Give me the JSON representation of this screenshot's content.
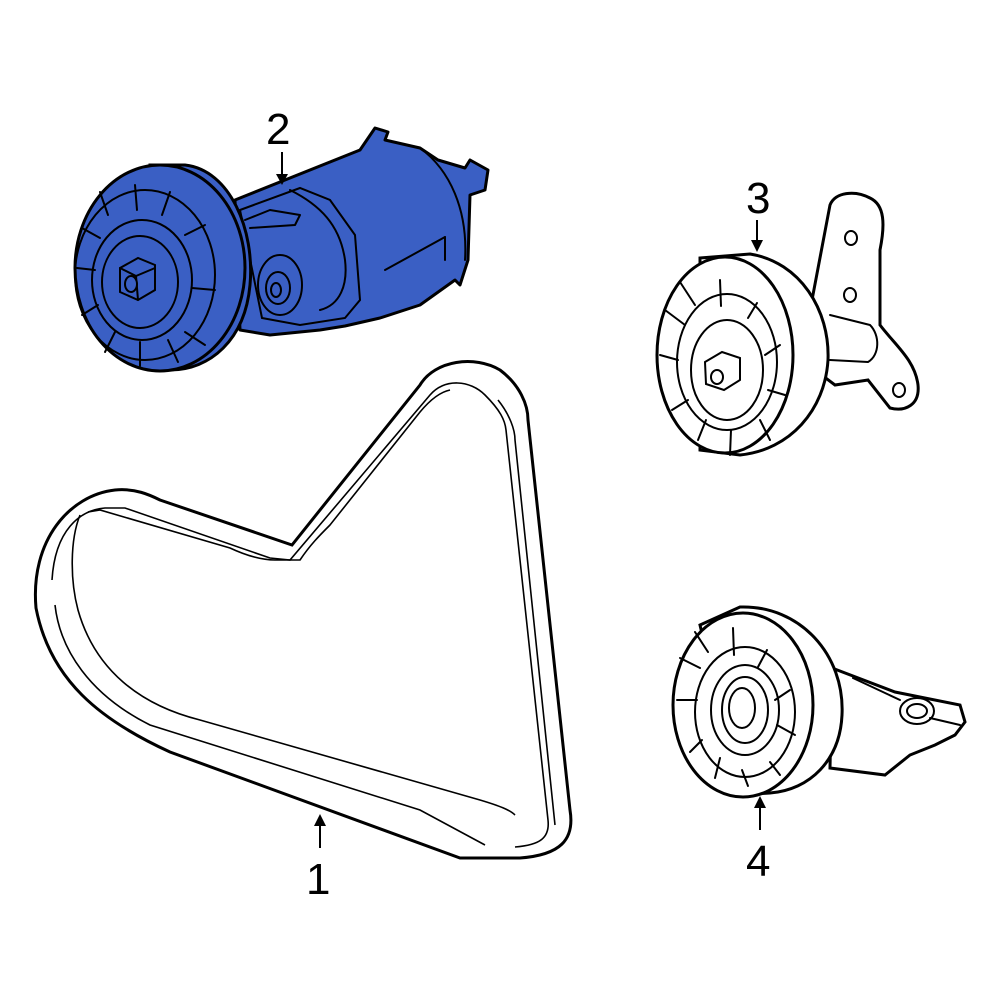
{
  "diagram": {
    "type": "exploded-parts-diagram",
    "background": "#ffffff",
    "highlight_color": "#3a5fc4",
    "line_color": "#000000",
    "callouts": [
      {
        "number": "1",
        "part": "serpentine-drive-belt",
        "highlighted": false
      },
      {
        "number": "2",
        "part": "belt-tensioner-assembly",
        "highlighted": true
      },
      {
        "number": "3",
        "part": "idler-pulley-with-bracket",
        "highlighted": false
      },
      {
        "number": "4",
        "part": "idler-pulley-with-mount",
        "highlighted": false
      }
    ]
  }
}
